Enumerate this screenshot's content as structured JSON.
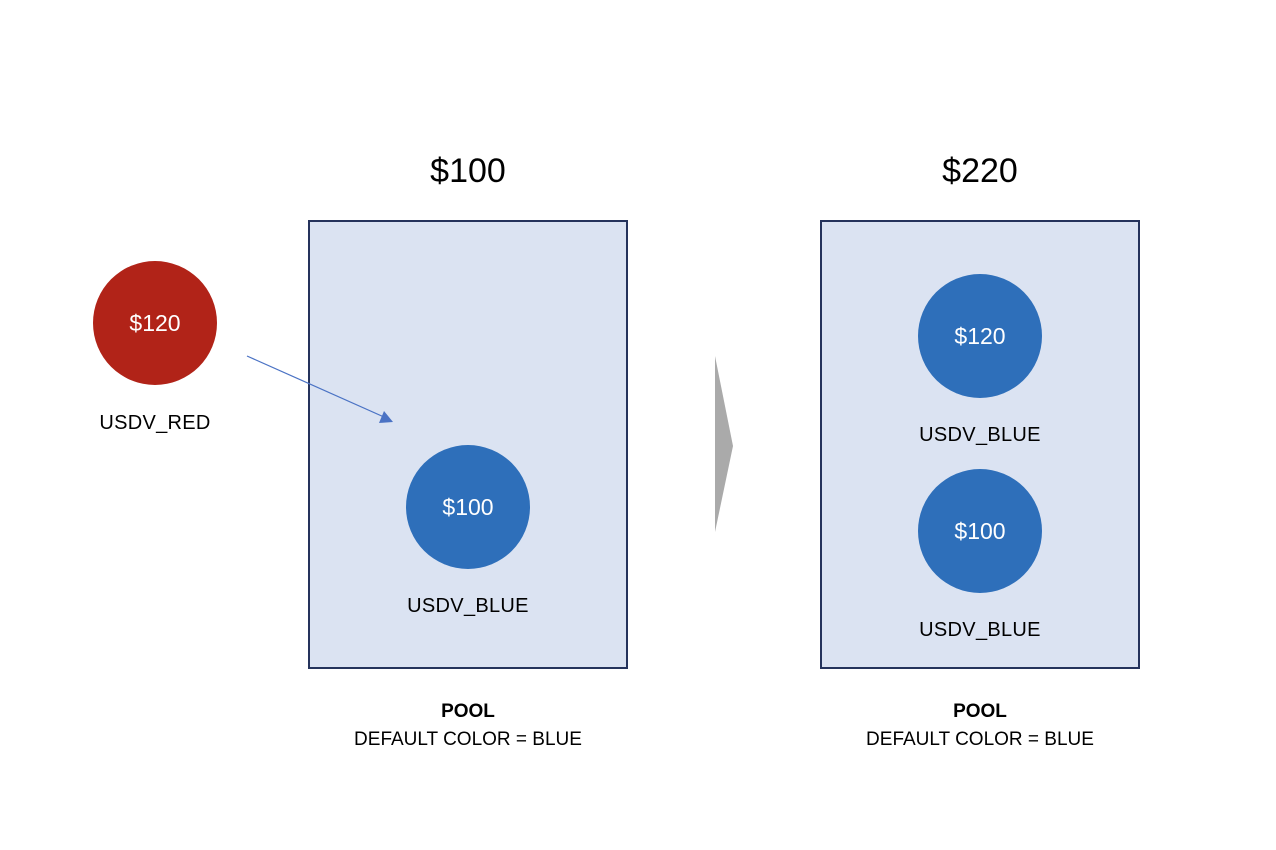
{
  "colors": {
    "pool_fill": "#dbe3f2",
    "pool_border": "#25335c",
    "coin_blue": "#2e6fba",
    "coin_red": "#b12318",
    "arrow_blue": "#4a72c4",
    "transition_arrow": "#aaaaaa"
  },
  "incoming": {
    "coin_value": "$120",
    "coin_label": "USDV_RED"
  },
  "before": {
    "total": "$100",
    "coin_value": "$100",
    "coin_label": "USDV_BLUE",
    "caption_title": "POOL",
    "caption_sub": "DEFAULT COLOR = BLUE"
  },
  "after": {
    "total": "$220",
    "coins": [
      {
        "value": "$120",
        "label": "USDV_BLUE"
      },
      {
        "value": "$100",
        "label": "USDV_BLUE"
      }
    ],
    "caption_title": "POOL",
    "caption_sub": "DEFAULT COLOR = BLUE"
  }
}
